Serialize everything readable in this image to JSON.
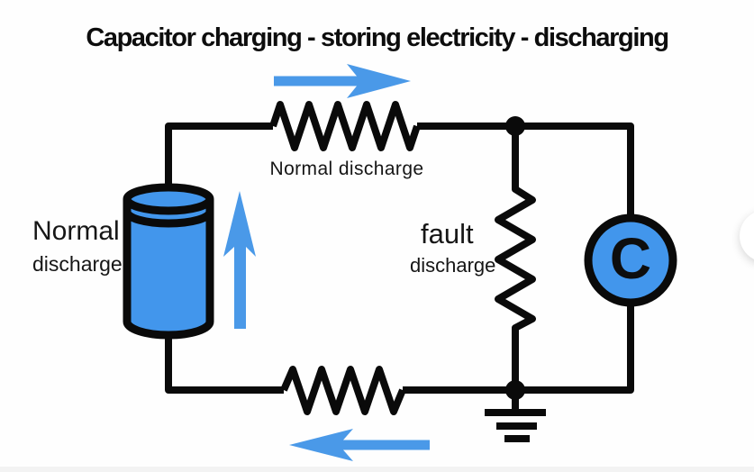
{
  "title": "Capacitor charging - storing electricity - discharging",
  "labels": {
    "top_resistor": "Normal discharge",
    "battery": {
      "line1": "Normal",
      "line2": "discharge"
    },
    "fault": {
      "line1": "fault",
      "line2": "discharge"
    },
    "capacitor": "C"
  },
  "colors": {
    "component_blue": "#4296ec",
    "arrow_blue": "#4a99e8",
    "wire_black": "#0a0a0a",
    "background": "#ffffff"
  }
}
